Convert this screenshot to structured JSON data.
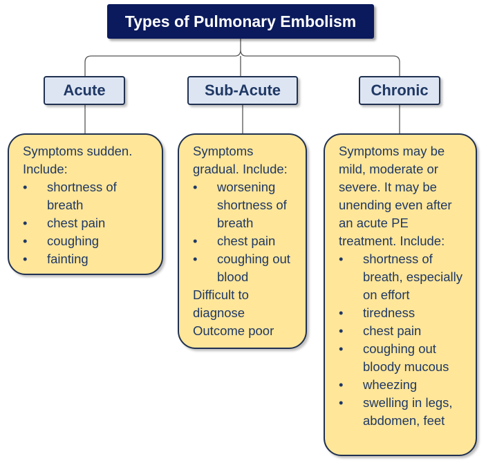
{
  "title": "Types of Pulmonary Embolism",
  "colors": {
    "title_bg": "#0b1a5c",
    "title_text": "#ffffff",
    "category_bg": "#dde5f3",
    "category_text": "#1f3864",
    "detail_bg": "#ffe699",
    "border": "#1f3050"
  },
  "types": [
    {
      "name": "Acute",
      "intro": "Symptoms sudden. Include:",
      "symptoms": [
        "shortness of breath",
        "chest pain",
        "coughing",
        "fainting"
      ],
      "notes": []
    },
    {
      "name": "Sub-Acute",
      "intro": "Symptoms gradual. Include:",
      "symptoms": [
        "worsening shortness of breath",
        "chest pain",
        "coughing out blood"
      ],
      "notes": [
        "Difficult to diagnose",
        "Outcome poor"
      ]
    },
    {
      "name": "Chronic",
      "intro": "Symptoms may be mild, moderate or severe. It may be unending even after an acute PE treatment. Include:",
      "symptoms": [
        "shortness of breath, especially on effort",
        "tiredness",
        "chest pain",
        "coughing out bloody mucous",
        "wheezing",
        "swelling in legs, abdomen, feet"
      ],
      "notes": []
    }
  ]
}
